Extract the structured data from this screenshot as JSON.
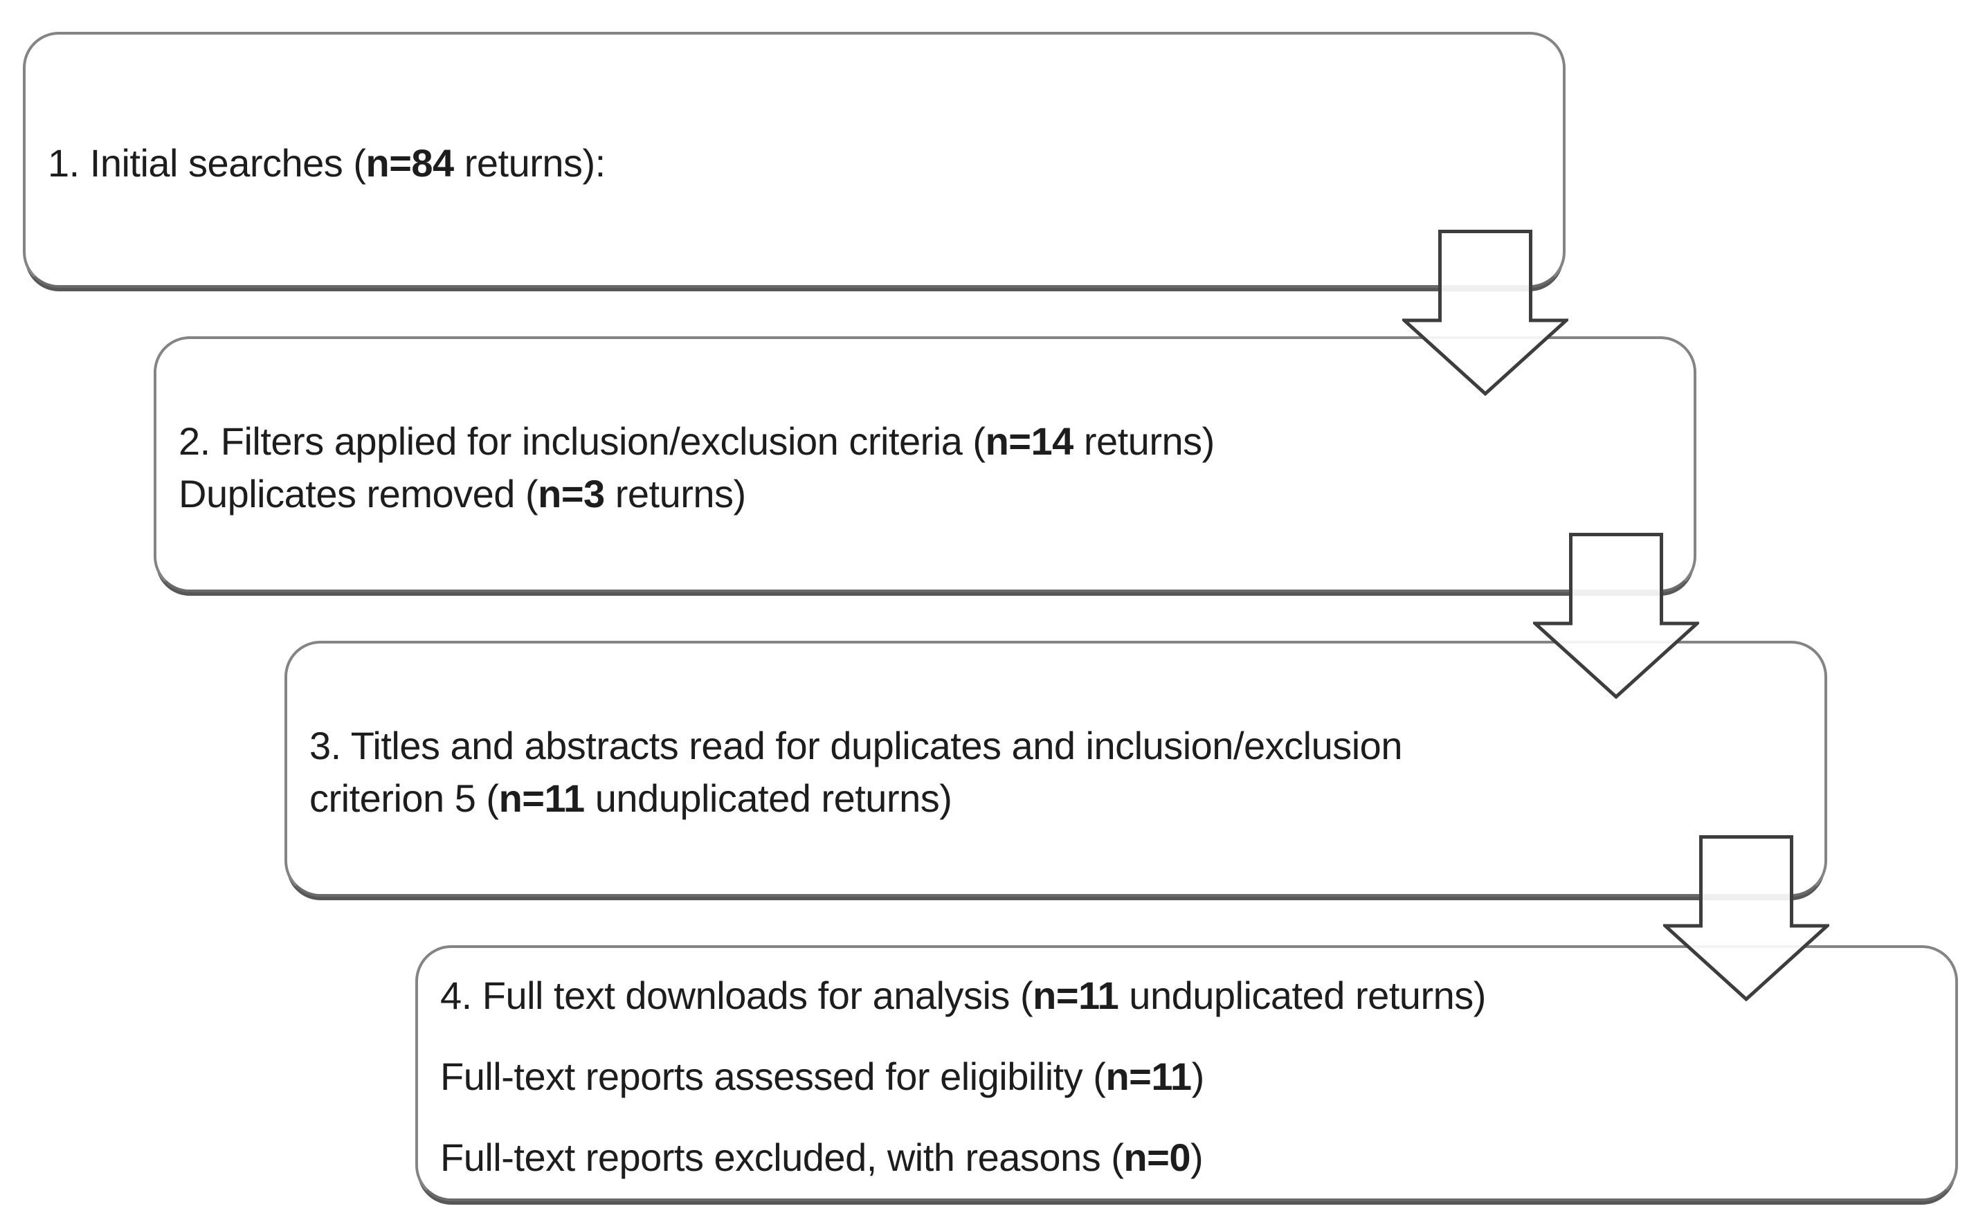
{
  "figure": {
    "type": "flowchart",
    "boxes": [
      {
        "id": "box-1",
        "lines": [
          {
            "segments": [
              {
                "t": "1. Initial searches ("
              },
              {
                "t": "n=84",
                "b": true
              },
              {
                "t": " returns):"
              }
            ]
          }
        ]
      },
      {
        "id": "box-2",
        "lines": [
          {
            "segments": [
              {
                "t": "2. Filters applied for inclusion/exclusion criteria ("
              },
              {
                "t": "n=14",
                "b": true
              },
              {
                "t": " returns)"
              }
            ]
          },
          {
            "segments": [
              {
                "t": "Duplicates removed ("
              },
              {
                "t": "n=3",
                "b": true
              },
              {
                "t": " returns)"
              }
            ]
          }
        ]
      },
      {
        "id": "box-3",
        "lines": [
          {
            "segments": [
              {
                "t": "3. Titles and abstracts read for duplicates and inclusion/exclusion"
              }
            ]
          },
          {
            "segments": [
              {
                "t": "criterion 5 ("
              },
              {
                "t": "n=11",
                "b": true
              },
              {
                "t": " unduplicated returns)"
              }
            ]
          }
        ]
      },
      {
        "id": "box-4",
        "lines": [
          {
            "segments": [
              {
                "t": "4. Full text downloads for analysis ("
              },
              {
                "t": "n=11",
                "b": true
              },
              {
                "t": " unduplicated returns)"
              }
            ]
          },
          {
            "segments": [
              {
                "t": "Full-text reports assessed for eligibility ("
              },
              {
                "t": "n=11",
                "b": true
              },
              {
                "t": ")"
              }
            ]
          },
          {
            "segments": [
              {
                "t": "Full-text reports excluded, with reasons ("
              },
              {
                "t": "n=0",
                "b": true
              },
              {
                "t": ")"
              }
            ]
          }
        ]
      }
    ],
    "connectors": [
      {
        "from": "box-1",
        "to": "box-2",
        "direction": "down"
      },
      {
        "from": "box-2",
        "to": "box-3",
        "direction": "down"
      },
      {
        "from": "box-3",
        "to": "box-4",
        "direction": "down"
      }
    ]
  },
  "colors": {
    "background": "#ffffff",
    "box_border": "#848484",
    "box_shadow": "#575757",
    "arrow_outline": "#3d3d3d",
    "text": "#1d1d1d"
  }
}
